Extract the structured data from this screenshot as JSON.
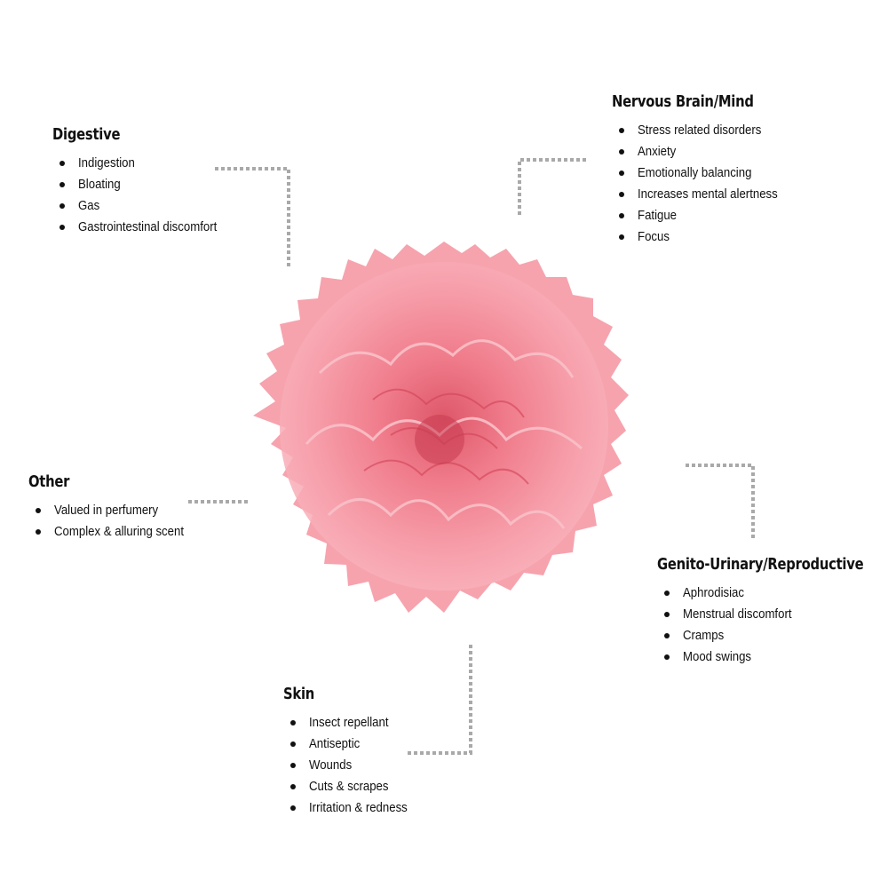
{
  "colors": {
    "connector": "#a9a9a9",
    "petal_light": "#f7a2ad",
    "petal_mid": "#f27f8e",
    "petal_dark": "#e8606f"
  },
  "image": {
    "subject": "pink-carnation-icon"
  },
  "groups": {
    "digestive": {
      "title": "Digestive",
      "items": [
        "Indigestion",
        "Bloating",
        "Gas",
        "Gastrointestinal discomfort"
      ]
    },
    "nervous": {
      "title": "Nervous Brain/Mind",
      "items": [
        "Stress related disorders",
        "Anxiety",
        "Emotionally balancing",
        "Increases mental alertness",
        "Fatigue",
        "Focus"
      ]
    },
    "other": {
      "title": "Other",
      "items": [
        "Valued in perfumery",
        "Complex & alluring scent"
      ]
    },
    "genito": {
      "title": "Genito-Urinary/Reproductive",
      "items": [
        "Aphrodisiac",
        "Menstrual discomfort",
        "Cramps",
        "Mood swings"
      ]
    },
    "skin": {
      "title": "Skin",
      "items": [
        "Insect repellant",
        "Antiseptic",
        "Wounds",
        "Cuts & scrapes",
        "Irritation & redness"
      ]
    }
  }
}
